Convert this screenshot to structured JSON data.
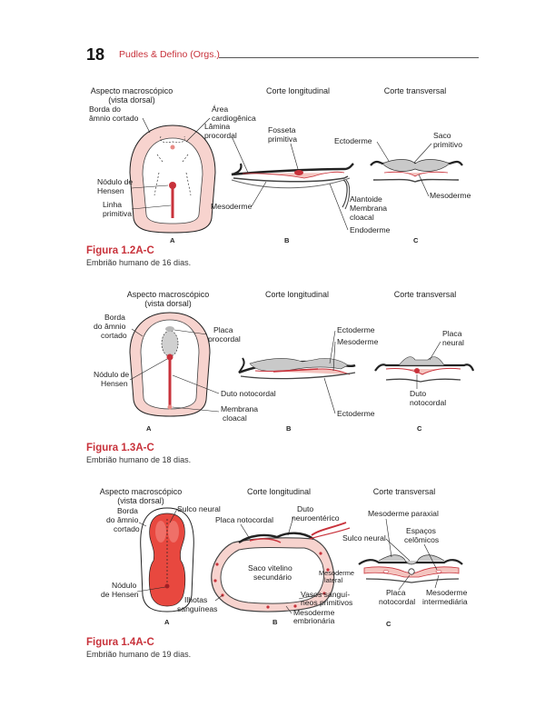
{
  "header": {
    "page_number": "18",
    "authors": "Pudles & Defino (Orgs.)"
  },
  "fig2": {
    "h_macro_1": "Aspecto macroscópico",
    "h_macro_2": "(vista dorsal)",
    "h_long": "Corte longitudinal",
    "h_trans": "Corte transversal",
    "borda_1": "Borda do",
    "borda_2": "âmnio cortado",
    "area_1": "Área",
    "area_2": "cardiogênica",
    "lamina_1": "Lâmina",
    "lamina_2": "procordal",
    "fosseta_1": "Fosseta",
    "fosseta_2": "primitiva",
    "ectoderme": "Ectoderme",
    "saco_1": "Saco",
    "saco_2": "primitivo",
    "nodulo_1": "Nódulo de",
    "nodulo_2": "Hensen",
    "linha_1": "Linha",
    "linha_2": "primitiva",
    "mesoderme_l": "Mesoderme",
    "mesoderme_r": "Mesoderme",
    "alantoide": "Alantoide",
    "membrana_1": "Membrana",
    "membrana_2": "cloacal",
    "endoderme": "Endoderme",
    "pa": "A",
    "pb": "B",
    "pc": "C",
    "cap_title": "Figura 1.2A-C",
    "cap_desc": "Embrião humano de 16 dias."
  },
  "fig3": {
    "h_macro_1": "Aspecto macroscópico",
    "h_macro_2": "(vista dorsal)",
    "h_long": "Corte longitudinal",
    "h_trans": "Corte transversal",
    "borda_1": "Borda",
    "borda_2": "do âmnio",
    "borda_3": "cortado",
    "placa_1": "Placa",
    "placa_2": "procordal",
    "ectoderme_top": "Ectoderme",
    "mesoderme": "Mesoderme",
    "placa_n1": "Placa",
    "placa_n2": "neural",
    "nodulo_1": "Nódulo de",
    "nodulo_2": "Hensen",
    "duto": "Duto notocordal",
    "duto_t1": "Duto",
    "duto_t2": "notocordal",
    "membrana_1": "Membrana",
    "membrana_2": "cloacal",
    "ectoderme_bot": "Ectoderme",
    "pa": "A",
    "pb": "B",
    "pc": "C",
    "cap_title": "Figura 1.3A-C",
    "cap_desc": "Embrião humano de 18 dias."
  },
  "fig4": {
    "h_macro_1": "Aspecto macroscópico",
    "h_macro_2": "(vista dorsal)",
    "h_long": "Corte longitudinal",
    "h_trans": "Corte transversal",
    "borda_1": "Borda",
    "borda_2": "do âmnio",
    "borda_3": "cortado",
    "sulco": "Sulco neural",
    "placa_noto": "Placa notocordal",
    "duto_1": "Duto",
    "duto_2": "neuroentérico",
    "meso_par": "Mesoderme paraxial",
    "sulco_t": "Sulco neural",
    "espacos_1": "Espaços",
    "espacos_2": "celômicos",
    "saco_1": "Saco vitelino",
    "saco_2": "secundário",
    "meso_lat_1": "Mesoderme",
    "meso_lat_2": "lateral",
    "nodulo_1": "Nódulo",
    "nodulo_2": "de Hensen",
    "ilhotas_1": "Ilhotas",
    "ilhotas_2": "sanguíneas",
    "vasos_1": "Vasos sanguí-",
    "vasos_2": "neos primitivos",
    "meso_emb_1": "Mesoderme",
    "meso_emb_2": "embrionária",
    "placa_t1": "Placa",
    "placa_t2": "notocordal",
    "meso_int_1": "Mesoderme",
    "meso_int_2": "intermediária",
    "pa": "A",
    "pb": "B",
    "pc": "C",
    "cap_title": "Figura 1.4A-C",
    "cap_desc": "Embrião humano de 19 dias."
  },
  "colors": {
    "accent": "#c8323b",
    "pink": "#f4c4bf",
    "grey": "#c9c9c9"
  }
}
